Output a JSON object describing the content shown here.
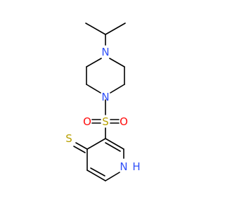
{
  "atoms": {
    "n_top": "N",
    "n_mid": "N",
    "s_sulfonyl": "S",
    "o_left": "O",
    "o_right": "O",
    "s_thione": "S",
    "n_ring": "N",
    "h_ring": "H"
  },
  "colors": {
    "bond": "#000000",
    "nitrogen": "#3050F8",
    "oxygen": "#FF0D0D",
    "sulfur": "#B8A000",
    "hydrogen": "#3050F8"
  }
}
